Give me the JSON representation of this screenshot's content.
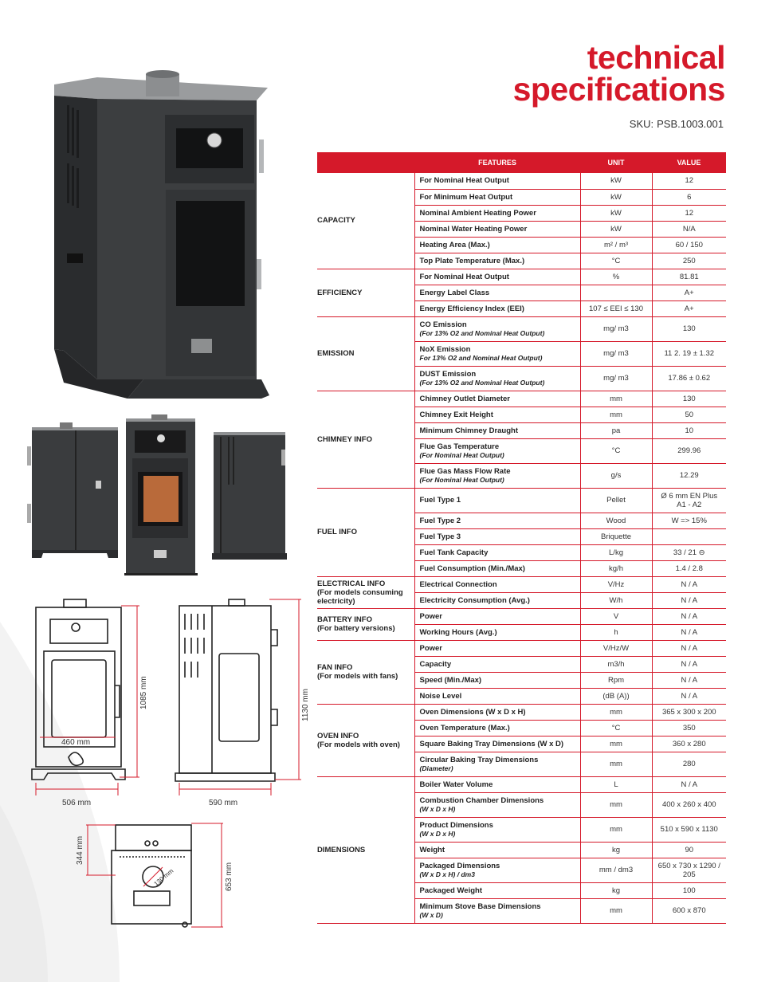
{
  "title": {
    "line1": "technical",
    "line2": "specifications"
  },
  "sku": {
    "label": "SKU:",
    "value": "PSB.1003.001"
  },
  "colors": {
    "accent": "#d5192a",
    "stove": "#3b3d3f",
    "top_plate": "#8a8c8e"
  },
  "table": {
    "headers": {
      "features": "FEATURES",
      "unit": "UNIT",
      "value": "VALUE"
    },
    "rows": [
      {
        "category": "CAPACITY",
        "feature": "For Nominal Heat Output",
        "unit": "kW",
        "value": "12"
      },
      {
        "feature": "For Minimum Heat Output",
        "unit": "kW",
        "value": "6"
      },
      {
        "feature": "Nominal Ambient Heating Power",
        "unit": "kW",
        "value": "12"
      },
      {
        "feature": "Nominal Water Heating Power",
        "unit": "kW",
        "value": "N/A"
      },
      {
        "feature": "Heating Area (Max.)",
        "unit": "m² / m³",
        "value": "60 / 150"
      },
      {
        "feature": "Top Plate Temperature (Max.)",
        "unit": "°C",
        "value": "250"
      },
      {
        "category": "EFFICIENCY",
        "feature": "For Nominal Heat Output",
        "unit": "%",
        "value": "81.81"
      },
      {
        "feature": "Energy Label Class",
        "unit": "",
        "value": "A+"
      },
      {
        "feature": "Energy Efficiency Index (EEI)",
        "unit": "107 ≤ EEI ≤ 130",
        "value": "A+"
      },
      {
        "category": "EMISSION",
        "feature": "CO Emission",
        "sub": "(For 13% O2 and Nominal Heat Output)",
        "unit": "mg/ m3",
        "value": "130"
      },
      {
        "feature": "NoX Emission",
        "sub": "For 13% O2 and Nominal Heat Output)",
        "unit": "mg/ m3",
        "value": "11 2. 19 ± 1.32"
      },
      {
        "feature": "DUST Emission",
        "sub": "(For 13% O2 and Nominal Heat Output)",
        "unit": "mg/ m3",
        "value": "17.86 ± 0.62"
      },
      {
        "category": "CHIMNEY INFO",
        "feature": "Chimney Outlet Diameter",
        "unit": "mm",
        "value": "130"
      },
      {
        "feature": "Chimney Exit Height",
        "unit": "mm",
        "value": "50"
      },
      {
        "feature": "Minimum Chimney Draught",
        "unit": "pa",
        "value": "10"
      },
      {
        "feature": "Flue Gas Temperature",
        "sub": "(For Nominal Heat Output)",
        "unit": "°C",
        "value": "299.96"
      },
      {
        "feature": "Flue Gas Mass Flow Rate",
        "sub": "(For Nominal Heat Output)",
        "unit": "g/s",
        "value": "12.29"
      },
      {
        "category": "FUEL INFO",
        "feature": "Fuel Type 1",
        "unit": "Pellet",
        "value": "Ø 6 mm EN Plus A1 - A2"
      },
      {
        "feature": "Fuel Type 2",
        "unit": "Wood",
        "value": "W => 15%"
      },
      {
        "feature": "Fuel Type 3",
        "unit": "Briquette",
        "value": ""
      },
      {
        "feature": "Fuel Tank Capacity",
        "unit": "L/kg",
        "value": "33 / 21 ⊖"
      },
      {
        "feature": "Fuel Consumption (Min./Max)",
        "unit": "kg/h",
        "value": "1.4 / 2.8"
      },
      {
        "category": "ELECTRICAL INFO",
        "category_sub": "(For models consuming electricity)",
        "feature": "Electrical Connection",
        "unit": "V/Hz",
        "value": "N / A"
      },
      {
        "feature": "Electricity Consumption (Avg.)",
        "unit": "W/h",
        "value": "N / A"
      },
      {
        "category": "BATTERY INFO",
        "category_sub": "(For battery versions)",
        "feature": "Power",
        "unit": "V",
        "value": "N / A"
      },
      {
        "feature": "Working Hours (Avg.)",
        "unit": "h",
        "value": "N / A"
      },
      {
        "category": "FAN INFO",
        "category_sub": "(For models with fans)",
        "feature": "Power",
        "unit": "V/Hz/W",
        "value": "N / A"
      },
      {
        "feature": "Capacity",
        "unit": "m3/h",
        "value": "N / A"
      },
      {
        "feature": "Speed  (Min./Max)",
        "unit": "Rpm",
        "value": "N / A"
      },
      {
        "feature": "Noise Level",
        "unit": "(dB (A))",
        "value": "N / A"
      },
      {
        "category": "OVEN INFO",
        "category_sub": "(For models with oven)",
        "feature": "Oven Dimensions (W x D x H)",
        "unit": "mm",
        "value": "365 x 300 x 200"
      },
      {
        "feature": "Oven Temperature (Max.)",
        "unit": "°C",
        "value": "350"
      },
      {
        "feature": "Square Baking Tray Dimensions (W x D)",
        "unit": "mm",
        "value": "360 x 280"
      },
      {
        "feature": "Circular Baking Tray Dimensions",
        "sub": "(Diameter)",
        "unit": "mm",
        "value": "280"
      },
      {
        "category": "DIMENSIONS",
        "feature": "Boiler Water Volume",
        "unit": "L",
        "value": "N / A"
      },
      {
        "feature": "Combustion Chamber Dimensions",
        "sub": "(W x D x H)",
        "unit": "mm",
        "value": "400 x 260 x 400"
      },
      {
        "feature": "Product Dimensions",
        "sub": "(W x D x H)",
        "unit": "mm",
        "value": "510 x 590 x 1130"
      },
      {
        "feature": "Weight",
        "unit": "kg",
        "value": "90"
      },
      {
        "feature": "Packaged Dimensions",
        "sub": "(W x D x H) / dm3",
        "unit": "mm / dm3",
        "value": "650 x 730 x 1290 / 205"
      },
      {
        "feature": "Packaged Weight",
        "unit": "kg",
        "value": "100"
      },
      {
        "feature": "Minimum Stove Base Dimensions",
        "sub": "(W x D)",
        "unit": "mm",
        "value": "600 x 870"
      }
    ]
  },
  "dimensions": {
    "front_height": "1085 mm",
    "inner_width": "460 mm",
    "front_width": "506 mm",
    "side_height": "1130 mm",
    "side_depth": "590 mm",
    "top_depth": "344 mm",
    "top_total": "653 mm",
    "flue_diameter": "130 mm"
  }
}
